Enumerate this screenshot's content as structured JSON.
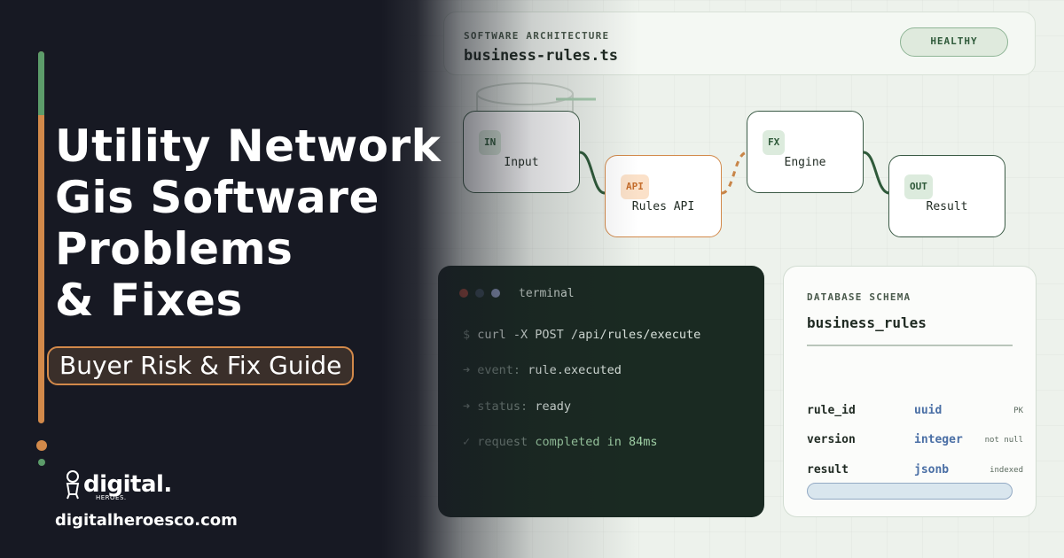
{
  "headline": {
    "lines": [
      "Utility Network",
      "Gis Software",
      "Problems",
      "& Fixes"
    ],
    "pill": "Buyer Risk & Fix Guide"
  },
  "brand": {
    "logo_text": "digital.",
    "logo_sub": "HEROES.",
    "domain": "digitalheroesco.com"
  },
  "architecture": {
    "label": "SOFTWARE ARCHITECTURE",
    "file": "business-rules.ts",
    "status": "HEALTHY"
  },
  "pipeline": {
    "nodes": [
      {
        "tag": "IN",
        "name": "Input"
      },
      {
        "tag": "API",
        "name": "Rules API"
      },
      {
        "tag": "FX",
        "name": "Engine"
      },
      {
        "tag": "OUT",
        "name": "Result"
      }
    ]
  },
  "terminal": {
    "title": "terminal",
    "lines": [
      {
        "prefix": "$",
        "text": "curl -X POST /api/rules/execute"
      },
      {
        "prefix": "➜",
        "key": "event:",
        "text": "rule.executed"
      },
      {
        "prefix": "➜",
        "key": "status:",
        "text": "ready"
      },
      {
        "prefix": "✓",
        "key": "request",
        "text": "completed in 84ms"
      }
    ]
  },
  "schema": {
    "label": "DATABASE SCHEMA",
    "name": "business_rules",
    "rows": [
      {
        "col": "rule_id",
        "type": "uuid",
        "flag": "PK"
      },
      {
        "col": "version",
        "type": "integer",
        "flag": "not null"
      },
      {
        "col": "result",
        "type": "jsonb",
        "flag": "indexed"
      }
    ]
  },
  "colors": {
    "dark_bg": "#171923",
    "accent_orange": "#d2894a",
    "accent_green": "#5c9c6a",
    "light_bg": "#edf2ec",
    "terminal_bg": "#1a2a22"
  }
}
